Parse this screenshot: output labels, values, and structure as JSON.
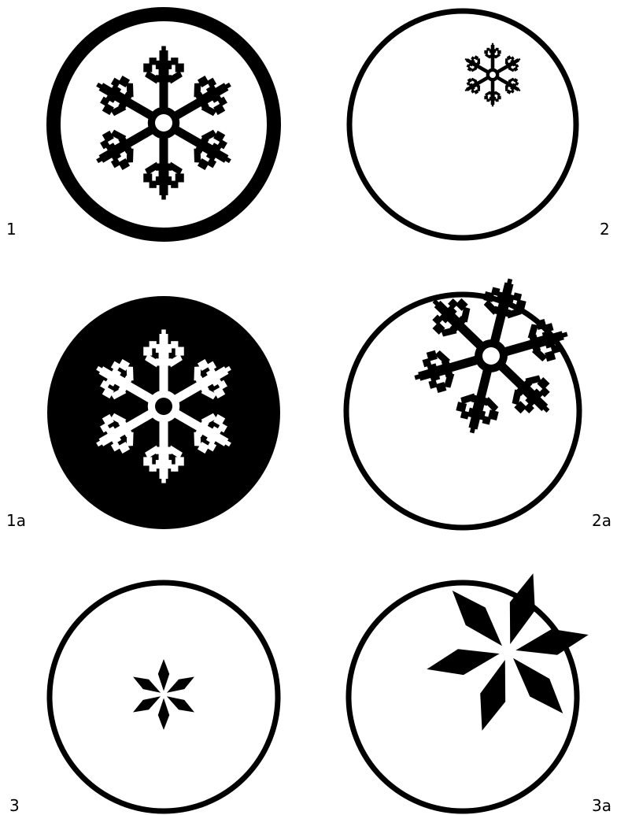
{
  "colors": {
    "ink": "#000000",
    "paper": "#ffffff"
  },
  "panels": [
    {
      "id": "p1",
      "label": "1",
      "motif": "snowflake-icon",
      "style": "black-on-white",
      "ring": "thick"
    },
    {
      "id": "p2",
      "label": "2",
      "motif": "snowflake-icon",
      "style": "black-on-white",
      "ring": "thin"
    },
    {
      "id": "p1a",
      "label": "1a",
      "motif": "snowflake-icon",
      "style": "white-on-black",
      "ring": "filled"
    },
    {
      "id": "p2a",
      "label": "2a",
      "motif": "snowflake-icon",
      "style": "black-on-white",
      "ring": "thin"
    },
    {
      "id": "p3",
      "label": "3",
      "motif": "star-icon",
      "style": "black-on-white",
      "ring": "thin"
    },
    {
      "id": "p3a",
      "label": "3a",
      "motif": "star-icon",
      "style": "black-on-white",
      "ring": "thin"
    }
  ]
}
